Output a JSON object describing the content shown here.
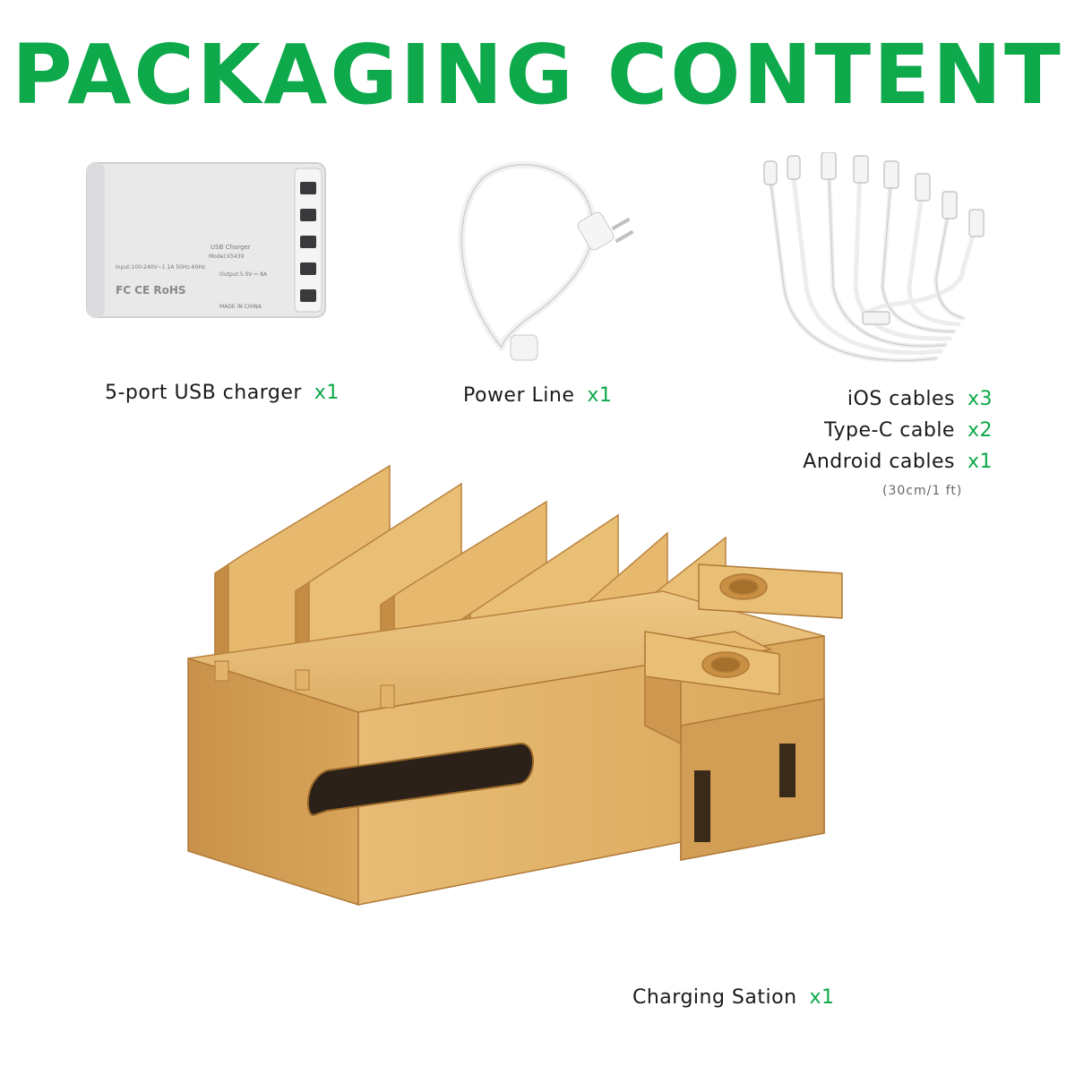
{
  "header": {
    "title": "PACKAGING CONTENT"
  },
  "items": {
    "charger": {
      "label": "5-port USB charger",
      "qty": "x1"
    },
    "power_line": {
      "label": "Power Line",
      "qty": "x1"
    },
    "ios_cables": {
      "label": "iOS cables",
      "qty": "x3"
    },
    "typec_cable": {
      "label": "Type-C cable",
      "qty": "x2"
    },
    "android_cables": {
      "label": "Android cables",
      "qty": "x1"
    },
    "cable_length": "(30cm/1 ft)",
    "station": {
      "label": "Charging Sation",
      "qty": "x1"
    }
  },
  "charger_markings": {
    "title": "USB Charger",
    "model": "Model:X5439",
    "input": "Input:100-240V~1.1A  50Hz-60Hz",
    "output": "Output:5.0V ⎓ 8A",
    "certs": "FC CE RoHS",
    "made_in": "MADE IN CHINA"
  },
  "colors": {
    "accent": "#0da94a",
    "bamboo": "#e2b36a",
    "bamboo_dark": "#c48f45"
  }
}
